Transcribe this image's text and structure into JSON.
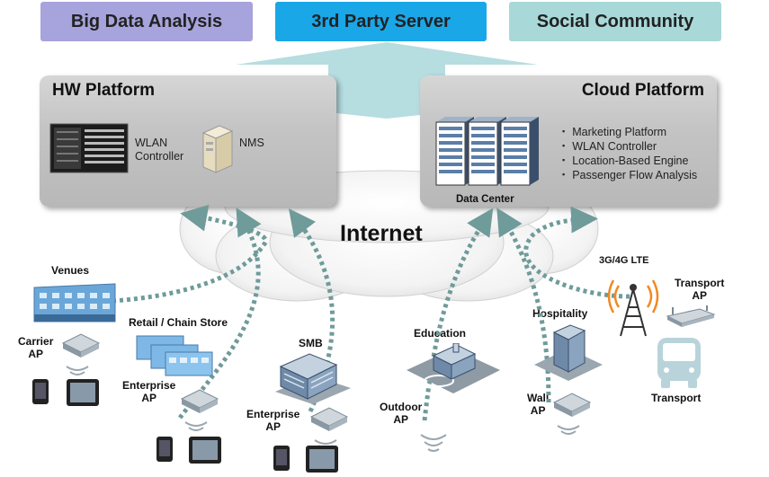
{
  "top_boxes": {
    "big_data": {
      "label": "Big Data Analysis",
      "color": "#a7a3dc"
    },
    "third_party": {
      "label": "3rd Party Server",
      "color": "#1aa7e8"
    },
    "social": {
      "label": "Social Community",
      "color": "#a8d8d8"
    }
  },
  "hw_platform": {
    "title": "HW Platform",
    "wlan_controller": "WLAN\nController",
    "nms": "NMS"
  },
  "cloud_platform": {
    "title": "Cloud Platform",
    "data_center": "Data Center",
    "features": [
      "Marketing Platform",
      "WLAN Controller",
      "Location-Based Engine",
      "Passenger Flow Analysis"
    ]
  },
  "internet": "Internet",
  "sites": {
    "venues": "Venues",
    "carrier_ap": "Carrier\nAP",
    "retail": "Retail / Chain Store",
    "enterprise_ap_1": "Enterprise\nAP",
    "smb": "SMB",
    "enterprise_ap_2": "Enterprise\nAP",
    "education": "Education",
    "outdoor_ap": "Outdoor\nAP",
    "hospitality": "Hospitality",
    "wall_ap": "Wall\nAP",
    "lte": "3G/4G LTE",
    "transport_ap": "Transport\nAP",
    "transport": "Transport"
  },
  "colors": {
    "arrow": "#6f9b9a",
    "big_arrow": "#b6dde0"
  }
}
